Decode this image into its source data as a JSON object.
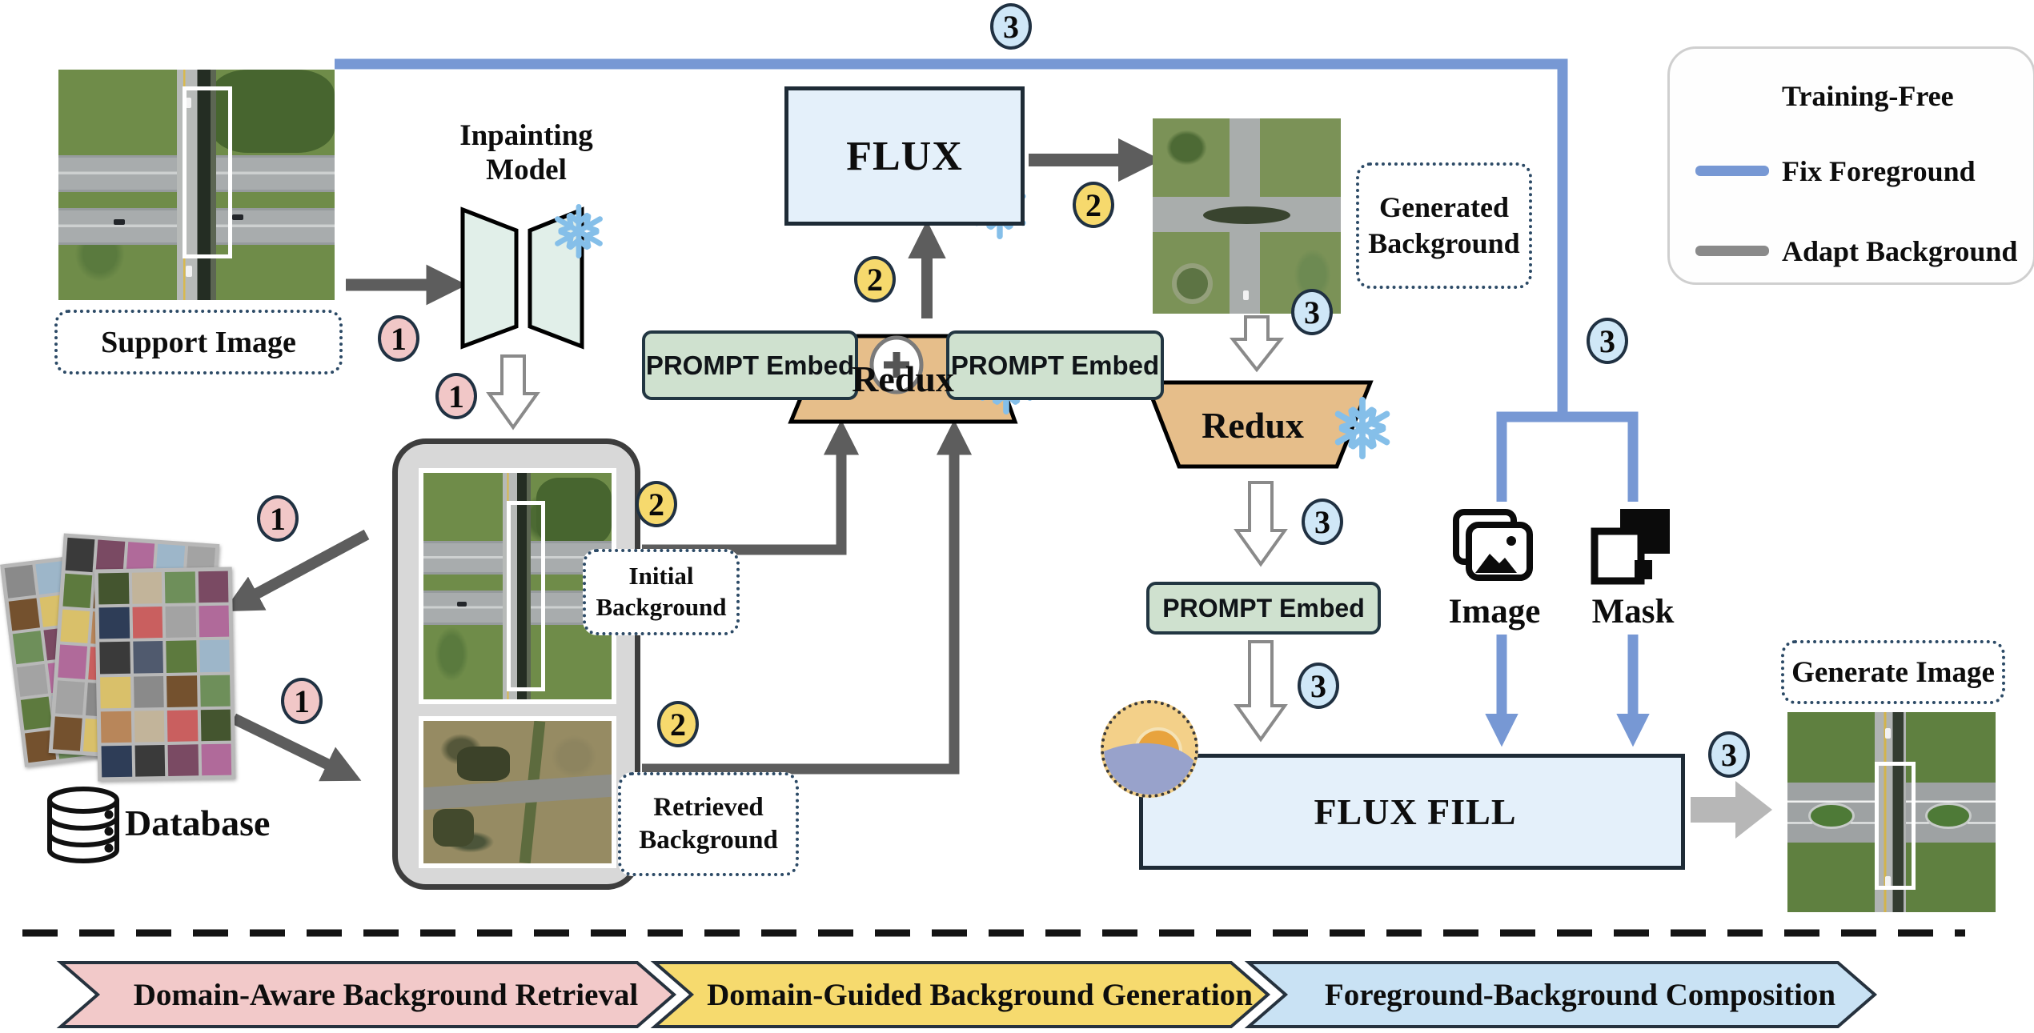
{
  "nodes": {
    "support_image_label": "Support Image",
    "inpainting_model_line1": "Inpainting",
    "inpainting_model_line2": "Model",
    "flux_label": "FLUX",
    "prompt_embed_label": "PROMPT Embed",
    "plus_symbol": "+",
    "redux_label": "Redux",
    "generated_background_line1": "Generated",
    "generated_background_line2": "Background",
    "initial_background_line1": "Initial",
    "initial_background_line2": "Background",
    "retrieved_background_line1": "Retrieved",
    "retrieved_background_line2": "Background",
    "database_label": "Database",
    "image_label": "Image",
    "mask_label": "Mask",
    "flux_fill_label": "FLUX FILL",
    "generate_image_label": "Generate Image"
  },
  "steps": {
    "retrieval": "1",
    "generation": "2",
    "composition": "3"
  },
  "legend": {
    "items": [
      {
        "icon": "snowflake-icon",
        "label": "Training-Free"
      },
      {
        "icon": "blue-line-swatch",
        "label": "Fix Foreground"
      },
      {
        "icon": "gray-line-swatch",
        "label": "Adapt Background"
      }
    ]
  },
  "banners": [
    {
      "label": "Domain-Aware Background Retrieval",
      "color": "#f2c9c9"
    },
    {
      "label": "Domain-Guided Background Generation",
      "color": "#f6da6e"
    },
    {
      "label": "Foreground-Background Composition",
      "color": "#c9e2f4"
    }
  ],
  "colors": {
    "fix_foreground_line": "#7798d4",
    "adapt_background_line": "#5d5d5d",
    "snowflake": "#85bfe9",
    "step1_fill": "#f1c7c7",
    "step2_fill": "#f6d96d",
    "step3_fill": "#cfe7f7",
    "model_box_fill": "#e4f0fa",
    "prompt_embed_fill": "#cfe1cf",
    "redux_fill": "#e6be8a"
  },
  "collage_palette": [
    "#8a8a8a",
    "#5d7a3e",
    "#b06a9a",
    "#2e3d57",
    "#c2b49a",
    "#74512e",
    "#9db6c9",
    "#3a3a3a",
    "#c95f5f",
    "#6e8f5a",
    "#d9c06a",
    "#505a6e",
    "#a3a3a3",
    "#7a4a63",
    "#44552f",
    "#b8865a"
  ]
}
